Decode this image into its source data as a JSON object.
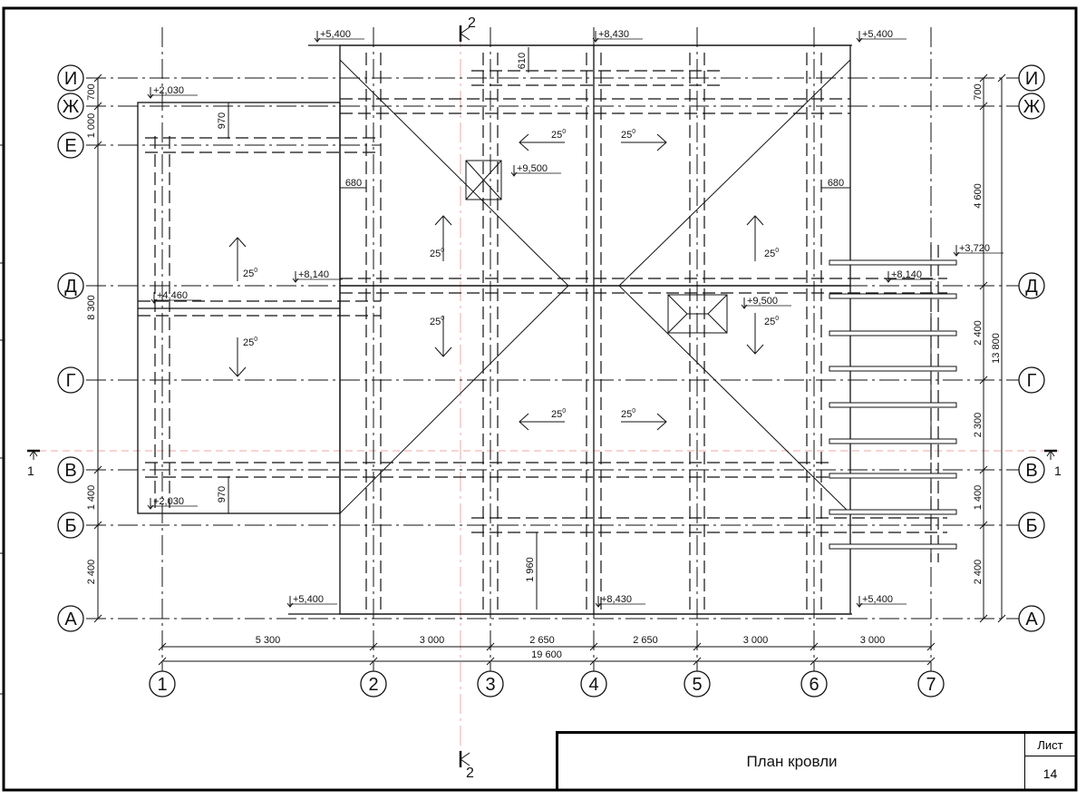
{
  "drawing": {
    "title": "План кровли",
    "sheet_label": "Лист",
    "sheet_number": "14",
    "section_marks": {
      "section_1": "1",
      "section_2": "2"
    },
    "axes_columns": [
      "1",
      "2",
      "3",
      "4",
      "5",
      "6",
      "7"
    ],
    "axes_rows": [
      "И",
      "Ж",
      "Е",
      "Д",
      "Г",
      "В",
      "Б",
      "А"
    ],
    "axes_rows_right": [
      "И",
      "Ж",
      "Д",
      "Г",
      "В",
      "Б",
      "А"
    ],
    "dims_bottom": [
      "5 300",
      "3 000",
      "2 650",
      "2 650",
      "3 000",
      "3 000"
    ],
    "dim_bottom_total": "19 600",
    "dims_left": [
      "700",
      "1 000",
      "8 300",
      "1 400",
      "2 400"
    ],
    "dims_right": [
      "700",
      "4 600",
      "2 400",
      "2 300",
      "1 400",
      "2 400"
    ],
    "dim_right_total": "13 800",
    "dims_inner": [
      "610",
      "970",
      "680",
      "680",
      "970",
      "1 960"
    ],
    "elevations": [
      "+5,400",
      "+8,430",
      "+5,400",
      "+2,030",
      "+9,500",
      "+8,140",
      "+4,460",
      "+9,500",
      "+3,720",
      "+8,140",
      "+2,030",
      "+5,400",
      "+8,430",
      "+5,400"
    ],
    "slope_label": "25",
    "slope_unit": "0"
  }
}
